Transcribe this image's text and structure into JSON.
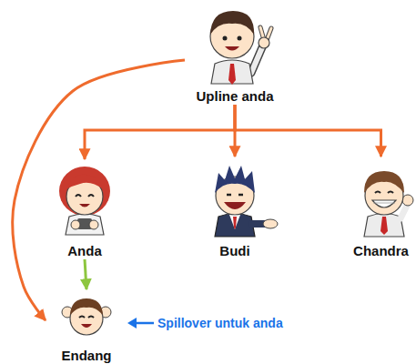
{
  "diagram": {
    "nodes": [
      {
        "text": [
          "Upline anda"
        ]
      },
      {
        "text": [
          "Anda"
        ]
      },
      {
        "text": [
          "Budi"
        ]
      },
      {
        "text": [
          "Chandra"
        ]
      },
      {
        "text": [
          "Endang"
        ]
      }
    ],
    "edges": [
      {
        "from": 0,
        "to": 1,
        "arrow": "to"
      },
      {
        "from": 0,
        "to": 2,
        "arrow": "to"
      },
      {
        "from": 0,
        "to": 3,
        "arrow": "to"
      },
      {
        "from": 1,
        "to": 4,
        "arrow": "to"
      },
      {
        "from": 0,
        "to": 4,
        "arrow": "to"
      }
    ],
    "labels": [
      "Spillover untuk anda"
    ]
  }
}
